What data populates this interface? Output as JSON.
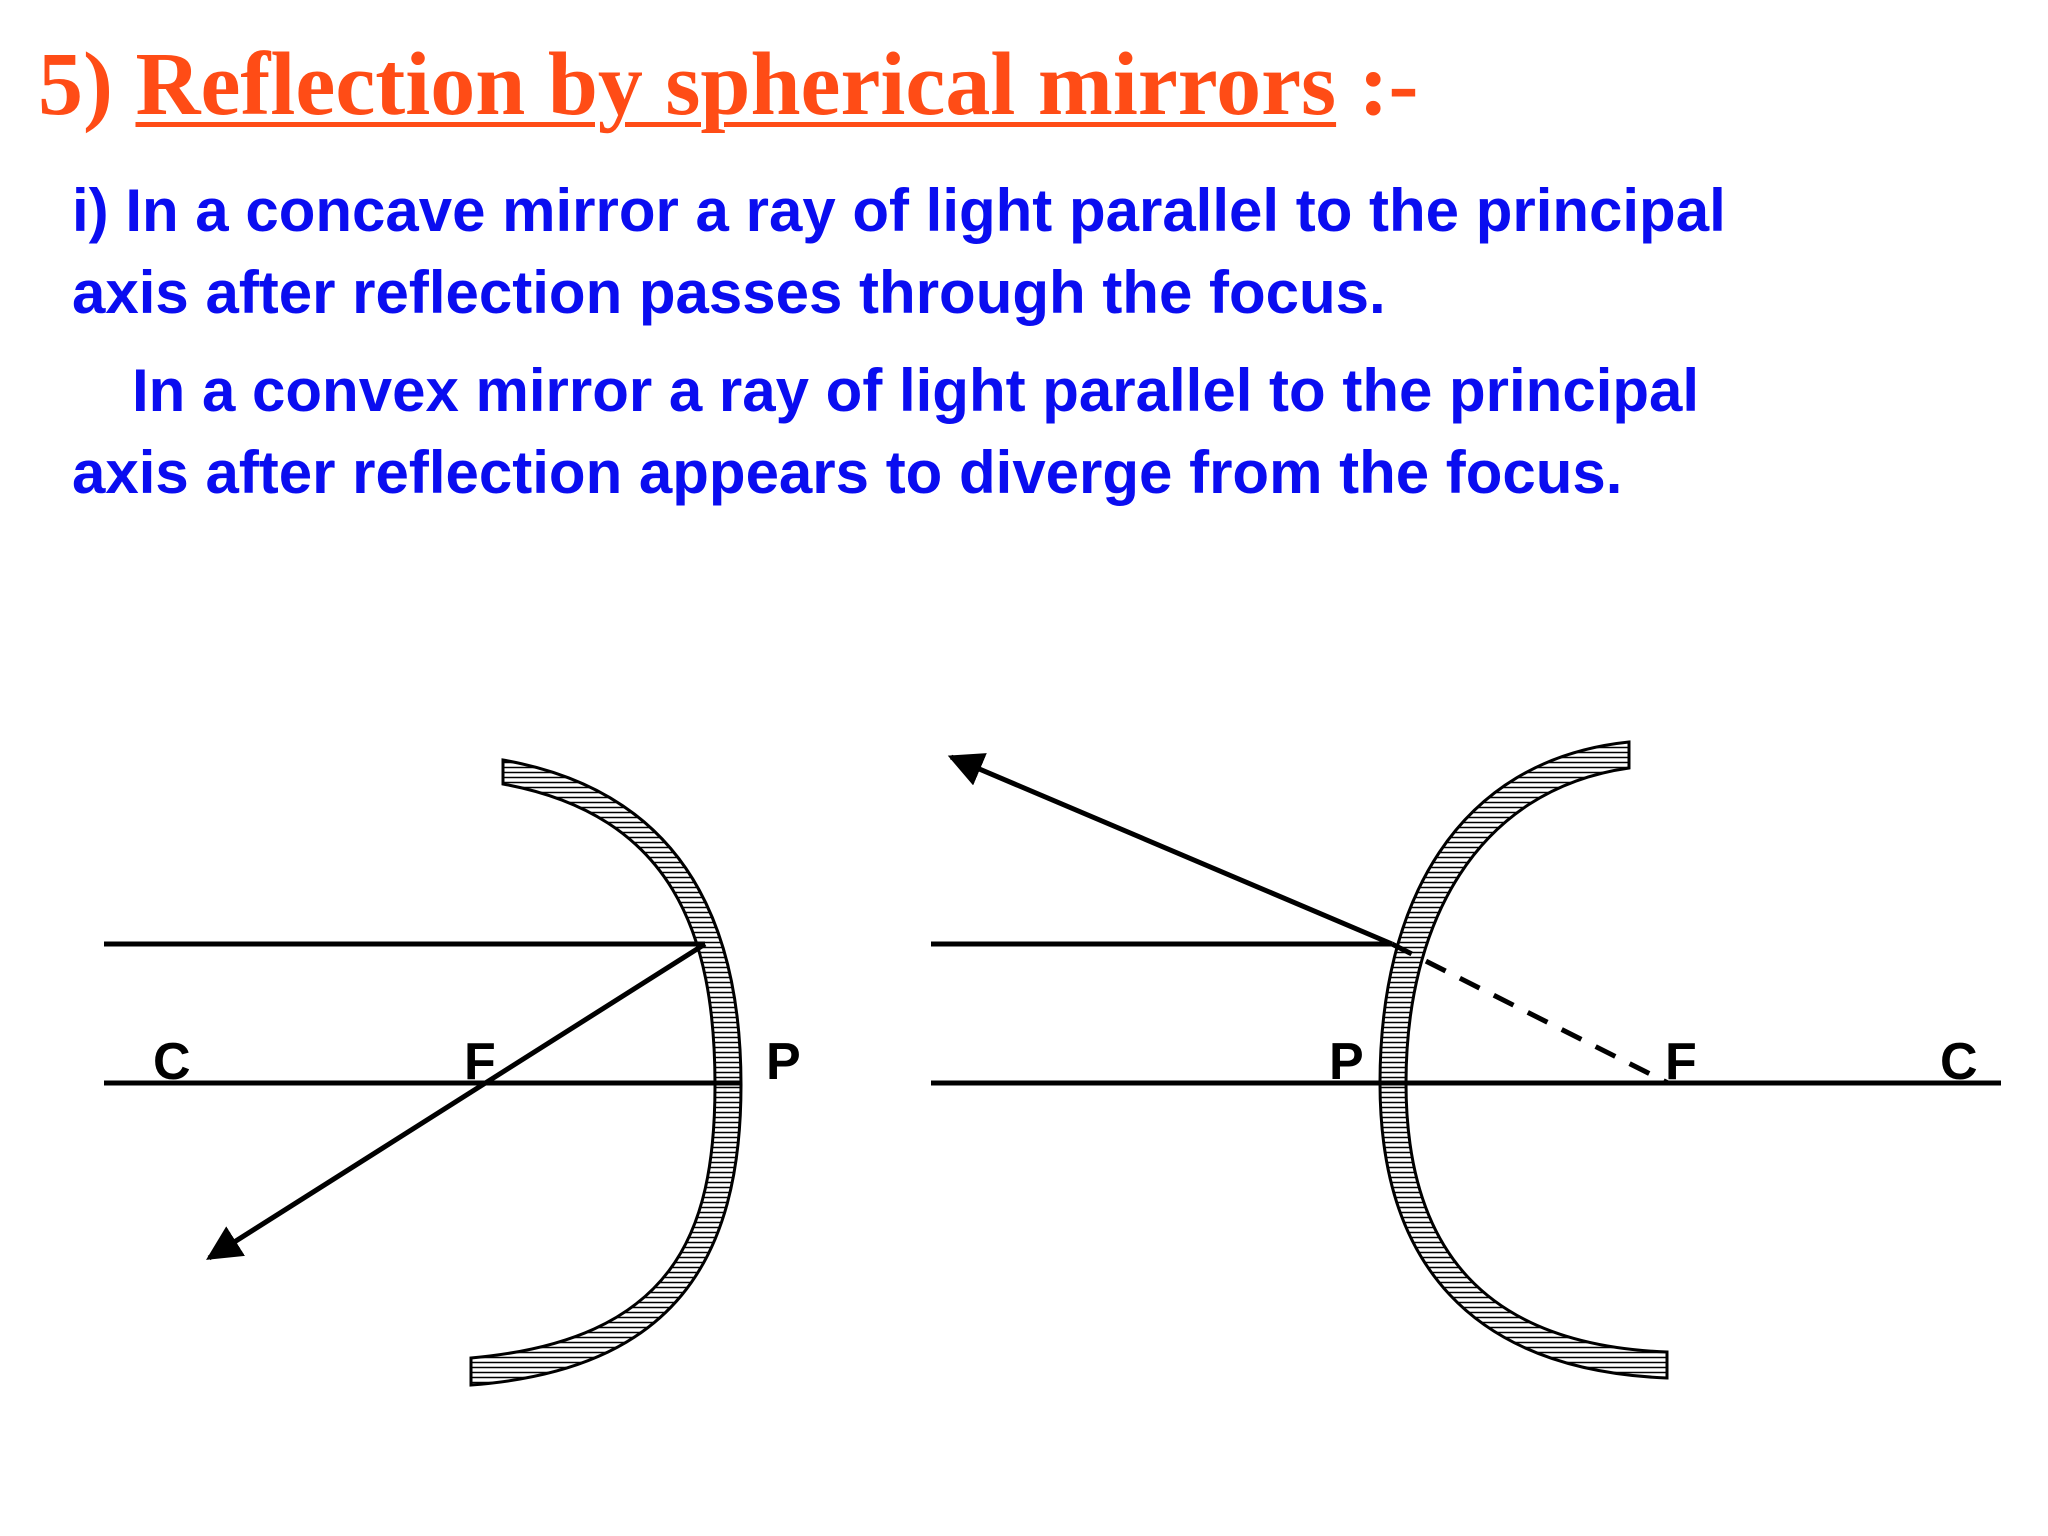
{
  "title": {
    "number": "5)",
    "text": "Reflection by spherical mirrors",
    "suffix": ":-"
  },
  "paragraphs": {
    "concave_line1": "i) In a concave mirror a ray of light parallel to the principal",
    "concave_line2": "axis after reflection passes through the focus.",
    "convex_line1": "In a convex mirror a ray of light parallel to the principal",
    "convex_line2": "axis after reflection appears to diverge from the focus."
  },
  "concave_diagram": {
    "label_c": "C",
    "label_f": "F",
    "label_p": "P"
  },
  "convex_diagram": {
    "label_p": "P",
    "label_f": "F",
    "label_c": "C"
  },
  "colors": {
    "title": "#ff4c16",
    "body_text": "#0a0df0",
    "lines": "#000000"
  }
}
